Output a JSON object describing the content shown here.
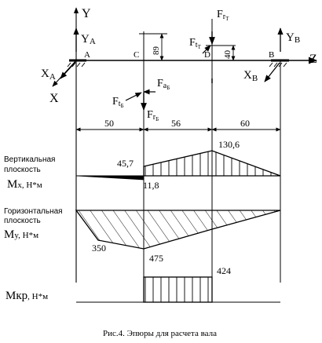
{
  "axes": {
    "y": "Y",
    "z": "Z",
    "x": "X"
  },
  "support_a": {
    "point": "A",
    "y_main": "Y",
    "y_sub": "A",
    "x_main": "X",
    "x_sub": "A"
  },
  "support_b": {
    "point": "B",
    "y_main": "Y",
    "y_sub": "B",
    "x_main": "X",
    "x_sub": "B"
  },
  "point_c": "C",
  "point_d": "D",
  "dim_89": "89",
  "dim_40": "40",
  "forces": {
    "ftt_main": "F",
    "ftt_sub": "t",
    "ftt_subsub": "Т",
    "frt_main": "F",
    "frt_sub": "r",
    "frt_subsub": "Т",
    "fab_main": "F",
    "fab_sub": "a",
    "fab_subsub": "Б",
    "ftb_main": "F",
    "ftb_sub": "t",
    "ftb_subsub": "Б",
    "frb_main": "F",
    "frb_sub": "r",
    "frb_subsub": "Б"
  },
  "spans": [
    "50",
    "56",
    "60"
  ],
  "vertical": {
    "label_line1": "Вертикальная",
    "label_line2": "плоскость",
    "moment_main": "M",
    "moment_sub": "x",
    "moment_unit": ", Н*м",
    "values": [
      "45,7",
      "130,6",
      "11,8"
    ]
  },
  "horizontal": {
    "label_line1": "Горизонтальная",
    "label_line2": "плоскость",
    "moment_main": "M",
    "moment_sub": "y",
    "moment_unit": ", Н*м",
    "values": [
      "350",
      "475"
    ]
  },
  "torque": {
    "label_main": "Mкр",
    "label_unit": ", Н*м",
    "value": "424"
  },
  "caption": "Рис.4. Эпюры для расчета вала"
}
